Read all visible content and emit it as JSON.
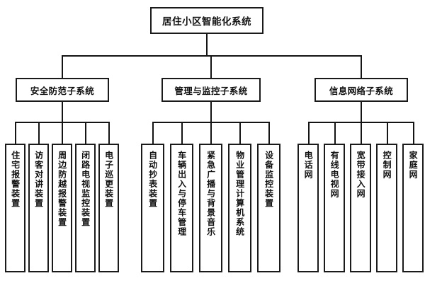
{
  "diagram": {
    "title": "居住小区智能化系统",
    "type": "organization-tree",
    "orientation": "top-down",
    "levels": 3,
    "colors": {
      "background": "#ffffff",
      "line": "#141414",
      "box_border": "#1a1a1a",
      "box_fill": "#ffffff",
      "text": "#111111"
    },
    "root": {
      "label": "居住小区智能化系统"
    },
    "branches": [
      {
        "id": "security",
        "label": "安全防范子系统",
        "leaves": [
          {
            "label": "住宅报警装置"
          },
          {
            "label": "访客对讲装置"
          },
          {
            "label": "周边防越报警装置"
          },
          {
            "label": "闭路电视监控装置"
          },
          {
            "label": "电子巡更装置"
          }
        ]
      },
      {
        "id": "management",
        "label": "管理与监控子系统",
        "leaves": [
          {
            "label": "自动抄表装置"
          },
          {
            "label": "车辆出入与停车管理"
          },
          {
            "label": "紧急广播与背景音乐"
          },
          {
            "label": "物业管理计算机系统"
          },
          {
            "label": "设备监控装置"
          }
        ]
      },
      {
        "id": "network",
        "label": "信息网络子系统",
        "leaves": [
          {
            "label": "电话网"
          },
          {
            "label": "有线电视网"
          },
          {
            "label": "宽带接入网"
          },
          {
            "label": "控制网"
          },
          {
            "label": "家庭网"
          }
        ]
      }
    ]
  }
}
